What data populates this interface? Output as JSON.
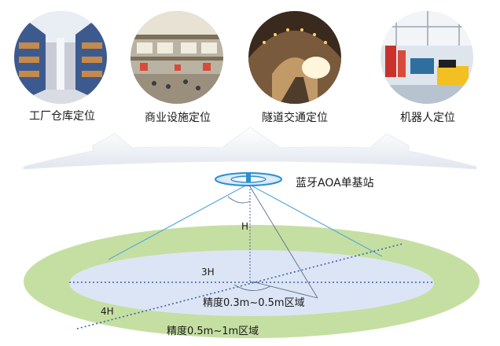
{
  "scenarios": [
    {
      "label": "工厂仓库定位",
      "icon": "warehouse-photo"
    },
    {
      "label": "商业设施定位",
      "icon": "mall-photo"
    },
    {
      "label": "隧道交通定位",
      "icon": "tunnel-photo"
    },
    {
      "label": "机器人定位",
      "icon": "robot-factory-photo"
    }
  ],
  "station": {
    "label": "蓝牙AOA单基站",
    "icon": "bluetooth-aoa-antenna-icon"
  },
  "geometry_labels": {
    "height": "H",
    "inner_diameter": "3H",
    "outer_diameter": "4H"
  },
  "zones": {
    "inner": "精度0.3m~0.5m区域",
    "outer": "精度0.5m~1m区域"
  },
  "colors": {
    "outer_zone": "#c5dfa2",
    "inner_zone": "#dce5f5",
    "beam_line": "#5aa9d8",
    "dotted_line": "#3f62a8",
    "arrow": "#e3e8f0"
  }
}
